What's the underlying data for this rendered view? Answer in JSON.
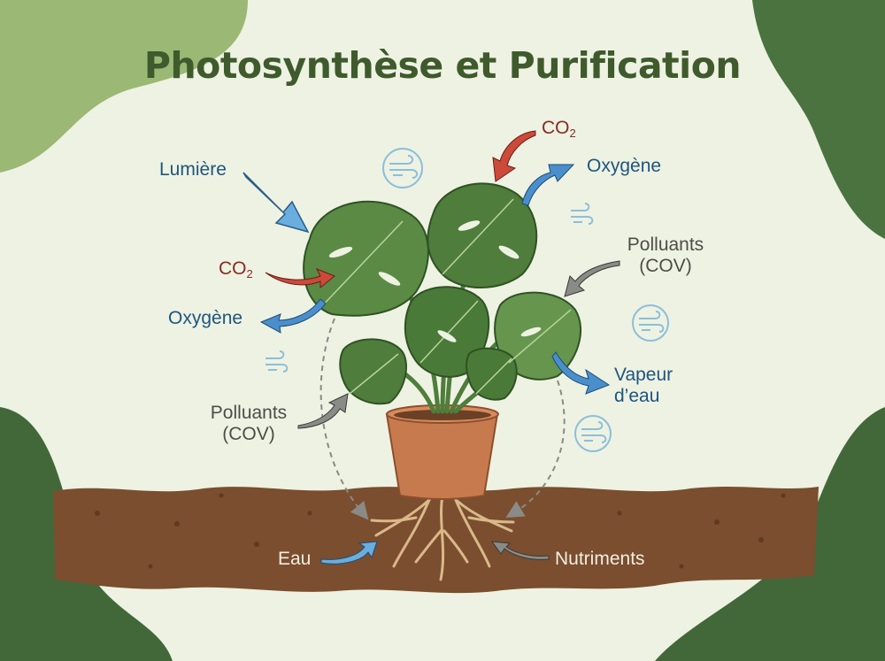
{
  "title": "Photosynthèse et Purification",
  "labels": {
    "light": "Lumière",
    "co2_left": "CO",
    "co2_left_sub": "2",
    "oxygen_left": "Oxygène",
    "co2_top": "CO",
    "co2_top_sub": "2",
    "oxygen_top": "Oxygène",
    "pollutants_right_line1": "Polluants",
    "pollutants_right_line2": "(COV)",
    "pollutants_left_line1": "Polluants",
    "pollutants_left_line2": "(COV)",
    "water_vapor_line1": "Vapeur",
    "water_vapor_line2": "d’eau",
    "water": "Eau",
    "nutrients": "Nutriments"
  },
  "icons": {
    "air_flow": "wind-icon",
    "plant": "monstera-plant",
    "pot": "terracotta-pot",
    "roots": "root-system"
  },
  "colors": {
    "background": "#eef2e2",
    "corner_light_green": "#9bb874",
    "corner_dark_green": "#4a7340",
    "title": "#3f5a2c",
    "soil": "#7a4e2e",
    "leaf": "#4f7d3c",
    "arrow_blue": "#5a9fd4",
    "arrow_red": "#cc4a3a",
    "arrow_gray": "#8a8a86",
    "label_blue": "#1e5580",
    "label_red": "#8a2a22",
    "wind_icon": "#8cbfdb",
    "pot": "#c87a4f"
  }
}
